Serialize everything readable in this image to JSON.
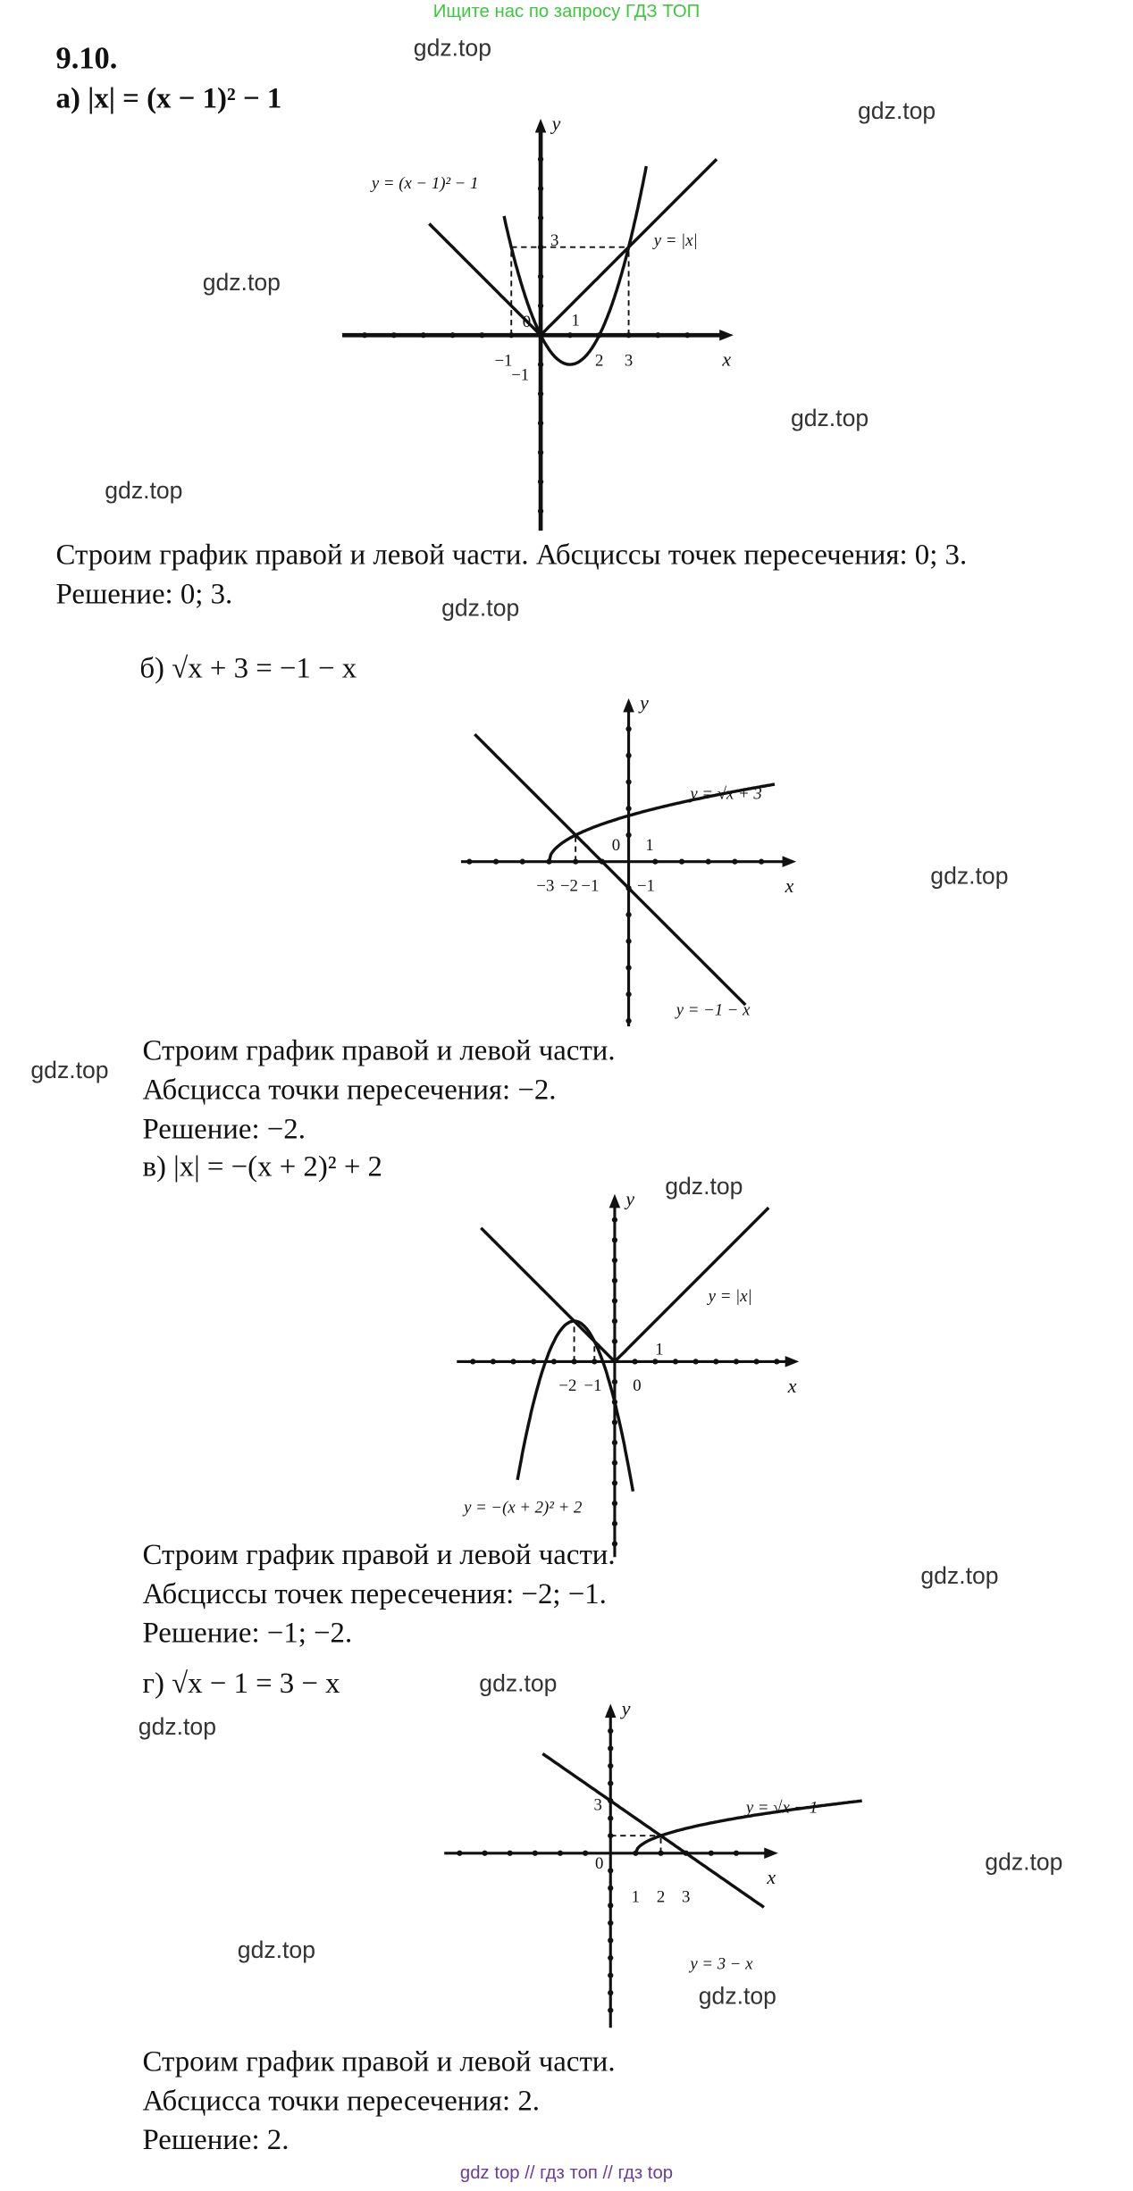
{
  "header": {
    "search_hint": "Ищите нас по запросу ГДЗ ТОП"
  },
  "footer": {
    "links": "gdz top  //  гдз топ  //  гдз top"
  },
  "watermark": "gdz.top",
  "problem": {
    "number": "9.10.",
    "parts": [
      {
        "equation": "а) |x| = (x − 1)² − 1",
        "lines": [
          "Строим график правой и левой части. Абсциссы точек пересечения: 0; 3.",
          "Решение: 0; 3."
        ],
        "graph": {
          "axis_x": "x",
          "axis_y": "y",
          "curve_labels": [
            "y = (x − 1)² − 1",
            "y = |x|"
          ],
          "tick_labels": [
            "3",
            "1",
            "−1",
            "2",
            "3",
            "−1",
            "0"
          ]
        }
      },
      {
        "equation": "б) √x + 3 = −1 − x",
        "lines": [
          "Строим график правой и левой части.",
          "Абсцисса точки пересечения: −2.",
          "Решение: −2."
        ],
        "graph": {
          "axis_x": "x",
          "axis_y": "y",
          "curve_labels": [
            "y = √x + 3",
            "y = −1 − x"
          ],
          "tick_labels": [
            "0",
            "1",
            "−3",
            "−2",
            "−1",
            "−1"
          ]
        }
      },
      {
        "equation": "в) |x| = −(x + 2)² + 2",
        "lines": [
          "Строим график правой и левой части.",
          "Абсциссы точек пересечения: −2; −1.",
          "Решение: −1; −2."
        ],
        "graph": {
          "axis_x": "x",
          "axis_y": "y",
          "curve_labels": [
            "y = |x|",
            "y = −(x + 2)² + 2"
          ],
          "tick_labels": [
            "−2",
            "−1",
            "0",
            "1"
          ]
        }
      },
      {
        "equation": "г) √x − 1 = 3 − x",
        "lines": [
          "Строим график правой и левой части.",
          "Абсцисса точки пересечения: 2.",
          "Решение: 2."
        ],
        "graph": {
          "axis_x": "x",
          "axis_y": "y",
          "curve_labels": [
            "y = √x − 1",
            "y = 3 − x"
          ],
          "tick_labels": [
            "3",
            "0",
            "1",
            "2",
            "3"
          ]
        }
      }
    ]
  }
}
